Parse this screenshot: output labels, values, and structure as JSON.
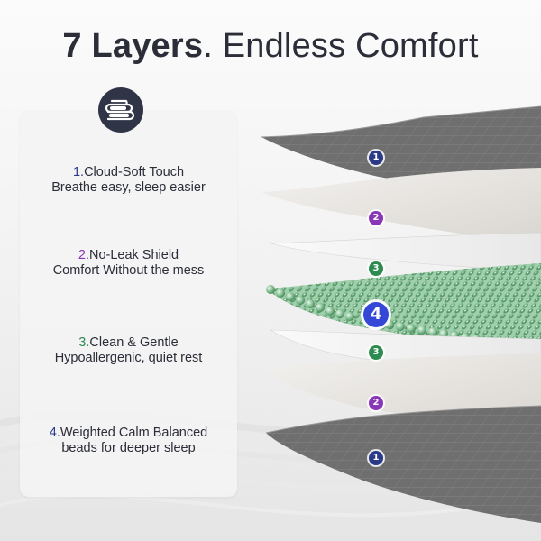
{
  "headline": {
    "bold": "7 Layers",
    "rest": ". Endless Comfort"
  },
  "features": [
    {
      "num": "1.",
      "title": "Cloud-Soft Touch",
      "subtitle": "Breathe easy, sleep easier",
      "color": "#2a3a86"
    },
    {
      "num": "2.",
      "title": "No-Leak Shield",
      "subtitle": "Comfort Without the mess",
      "color": "#8a36b8"
    },
    {
      "num": "3.",
      "title": "Clean & Gentle",
      "subtitle": "Hypoallergenic, quiet rest",
      "color": "#2e8b4f"
    },
    {
      "num": "4.",
      "title": "Weighted Calm Balanced",
      "subtitle": "beads for deeper sleep",
      "color": "#2a3a86"
    }
  ],
  "layer_markers": [
    "1",
    "2",
    "3",
    "4",
    "3",
    "2",
    "1"
  ],
  "colors": {
    "navy": "#2a3a86",
    "purple": "#8a36b8",
    "green": "#2e8b4f",
    "center_blue": "#3447d6",
    "fabric_dark": "#6b6b6b",
    "membrane": "#e2e0dc",
    "beads": "#7fbf8f"
  },
  "icons": {
    "badge": "folded-blanket-icon"
  }
}
